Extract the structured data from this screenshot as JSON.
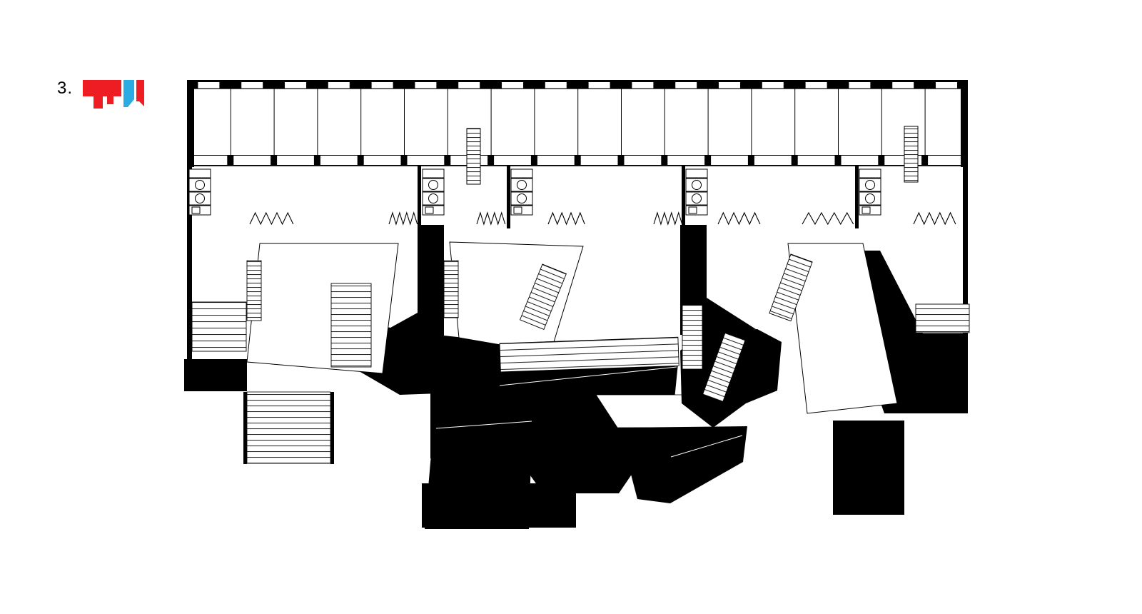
{
  "page": {
    "background": "#ffffff",
    "label": "3."
  },
  "colors": {
    "ink": "#000000",
    "white": "#ffffff",
    "red": "#ee1c23",
    "blue": "#2aabe2"
  },
  "figure": {
    "kind": "architectural-floor-plan",
    "floor_label": "3.",
    "units": 5,
    "facade_bays": 18,
    "elevator_shafts": 2
  }
}
